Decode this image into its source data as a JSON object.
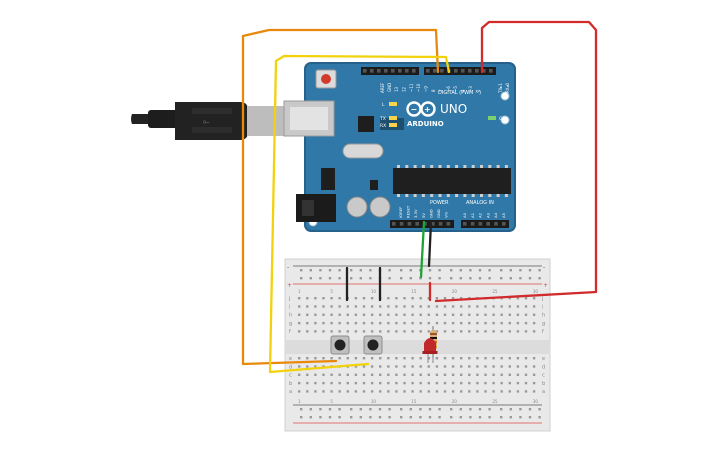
{
  "colors": {
    "board": "#2f78a8",
    "board_edge": "#25618a",
    "breadboard": "#e9e9e9",
    "wire_orange": "#e8890c",
    "wire_yellow": "#f2d20c",
    "wire_red": "#d22b2b",
    "wire_green": "#1fa339",
    "wire_black": "#222222",
    "rail_red": "#e04848",
    "rail_blue": "#555555"
  },
  "arduino": {
    "brand": "ARDUINO",
    "model": "UNO",
    "digital_label": "DIGITAL (PWM ~)",
    "power_label": "POWER",
    "analog_label": "ANALOG IN",
    "on_label": "ON",
    "l_label": "L",
    "tx_label": "TX",
    "rx_label": "RX",
    "aref_label": "AREF",
    "gnd_label": "GND",
    "tx_pin_label": "TX▸1",
    "rx_pin_label": "RX◂0",
    "digital_pins": [
      "13",
      "12",
      "~11",
      "~10",
      "~9",
      "8",
      "7",
      "~6",
      "~5",
      "4",
      "~3",
      "2"
    ],
    "power_pins": [
      "IOREF",
      "RESET",
      "3.3V",
      "5V",
      "GND",
      "GND",
      "Vin"
    ],
    "analog_pins": [
      "A0",
      "A1",
      "A2",
      "A3",
      "A4",
      "A5"
    ]
  },
  "breadboard": {
    "row_letters_top": [
      "j",
      "i",
      "h",
      "g",
      "f"
    ],
    "row_letters_bottom": [
      "e",
      "d",
      "c",
      "b",
      "a"
    ],
    "column_numbers": [
      "1",
      "5",
      "10",
      "15",
      "20",
      "25",
      "30"
    ],
    "rail_plus": "+",
    "rail_minus": "-"
  }
}
